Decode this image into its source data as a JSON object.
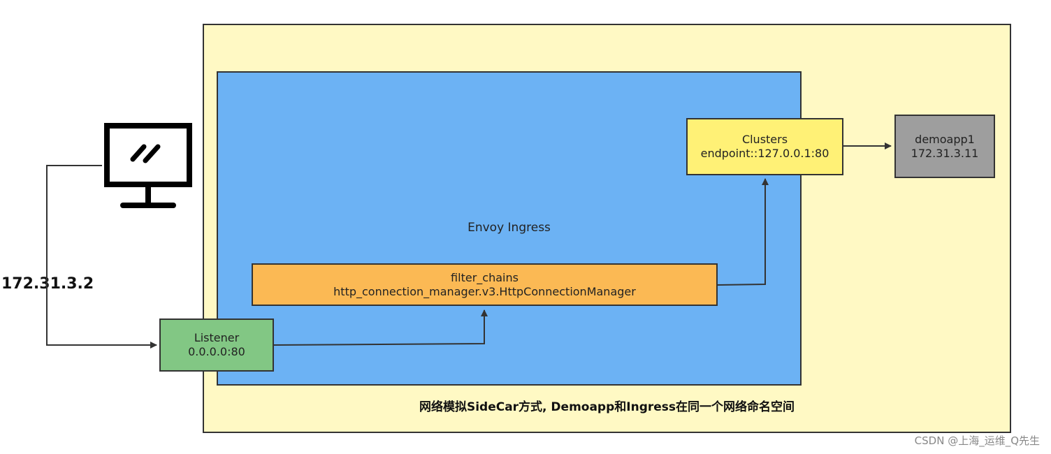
{
  "client": {
    "ip": "172.31.3.2",
    "icon": "monitor-icon"
  },
  "envoy": {
    "label": "Envoy Ingress"
  },
  "listener": {
    "title": "Listener",
    "address": "0.0.0.0:80"
  },
  "filter_chains": {
    "title": "filter_chains",
    "manager": "http_connection_manager.v3.HttpConnectionManager"
  },
  "clusters": {
    "title": "Clusters",
    "endpoint": "endpoint::127.0.0.1:80"
  },
  "demoapp": {
    "name": "demoapp1",
    "ip": "172.31.3.11"
  },
  "namespace": {
    "caption": "网络模拟SideCar方式, Demoapp和Ingress在同一个网络命名空间"
  },
  "watermark": "CSDN @上海_运维_Q先生",
  "colors": {
    "namespace_fill": "#fff9c4",
    "envoy_fill": "#6cb2f4",
    "listener_fill": "#82c784",
    "filter_fill": "#fbb954",
    "clusters_fill": "#fff176",
    "demoapp_fill": "#9e9e9e",
    "line": "#333333"
  }
}
